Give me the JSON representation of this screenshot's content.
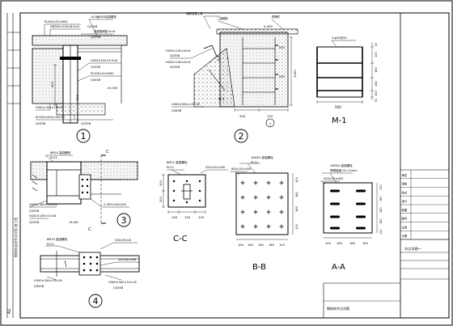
{
  "sheet": {
    "sheet_id": "A2",
    "left_strip_text": "钢结构连接节点详图 施工图",
    "title_block": {
      "rows": [
        "审定",
        "审核",
        "校对",
        "设计",
        "制图",
        "图号",
        "比例",
        "日期"
      ],
      "drawing_title": "节点详图一",
      "bottom_note": "钢结构节点详图"
    }
  },
  "detail_1": {
    "number": "1",
    "labels": {
      "plate_top": "PL400×20×650",
      "beam_top": "HN300×150×6.5×9",
      "bolt_note": "10.9级M20高强螺栓",
      "weld_note": "双面角焊缝 hf=8",
      "grade_a": "Q235B",
      "grade_b": "Q235B",
      "member": "H200×100×5.5×8",
      "grade_c": "Q235B",
      "plate_side": "PL500×20×650",
      "grade_d": "Q345B",
      "bottom_a": "H300×300×10×15",
      "bottom_b": "PL300×300×16×16",
      "bottom_c": "Q235B",
      "grade_e": "Q235B",
      "dim_height": "400",
      "dim_width": "300",
      "elev": "±0.000"
    }
  },
  "detail_2": {
    "number": "2",
    "labels": {
      "top_a": "二级钢筋",
      "top_b": "钢筋混凝土墙",
      "top_c": "预埋件",
      "elev": "5.400",
      "plate_a": "H200×100×6×8",
      "plate_b": "H200×100×6×8",
      "grade_a": "Q235B",
      "grade_b": "Q235B",
      "bottom_a": "H400×300×10×16",
      "bottom_b": "Q345B",
      "section_mark": "M-1",
      "cc_mark": "C-C",
      "dim_a": "300",
      "dim_b": "120",
      "dim_right": "1000",
      "anchor_a": "M20",
      "anchor_b": "M20"
    }
  },
  "detail_m1": {
    "title": "M-1",
    "top_label": "3-φ20@50",
    "dims_right": [
      "100",
      "180",
      "180",
      "100"
    ],
    "dim_bottom": "500",
    "dim_right_top": "50",
    "dim_right_bottom": "50"
  },
  "detail_3": {
    "number": "3",
    "c_mark_top": "C",
    "c_mark_bottom": "C",
    "labels": {
      "top_a": "6M20 高强螺栓",
      "top_b": "PL22",
      "left_a": "H300×300×10×16",
      "left_b": "Q345B",
      "left_c": "H200×100×5.5×8",
      "left_d": "Q235B",
      "right_a": "2-350×20×450",
      "right_b": "M=60"
    }
  },
  "detail_4": {
    "number": "4",
    "labels": {
      "top_a": "6M20 高强螺栓",
      "top_b": "PL22",
      "top_right": "330×90×8",
      "right_a": "145×6×268",
      "bottom_a": "H300×300×10×16",
      "bottom_b": "Q345B",
      "bottom_c": "H300×300×10×16",
      "bottom_d": "Q345B"
    }
  },
  "detail_cc": {
    "title": "C-C",
    "labels": {
      "top_a": "8M22 高强螺栓",
      "top_b": "PL22",
      "plate": "350×20×450"
    },
    "dims_bottom": [
      "100",
      "150",
      "100"
    ],
    "dims_left": [
      "100",
      "200"
    ]
  },
  "detail_bb": {
    "title": "B-B",
    "labels": {
      "top_a": "16M20 高强螺栓",
      "top_b": "PL22",
      "plate": "650×20×450"
    },
    "dims_bottom": [
      "100",
      "180",
      "180",
      "180",
      "100"
    ],
    "dims_right": [
      "100",
      "180",
      "180",
      "100"
    ]
  },
  "detail_aa": {
    "title": "A-A",
    "labels": {
      "top_a": "16M20 高强螺栓",
      "top_b": "焊脚高度 hf=12mm",
      "plate": "450×20×650"
    },
    "dims_bottom": [
      "100",
      "180",
      "180",
      "100"
    ],
    "dims_right": [
      "100",
      "180",
      "180",
      "180",
      "100"
    ]
  }
}
